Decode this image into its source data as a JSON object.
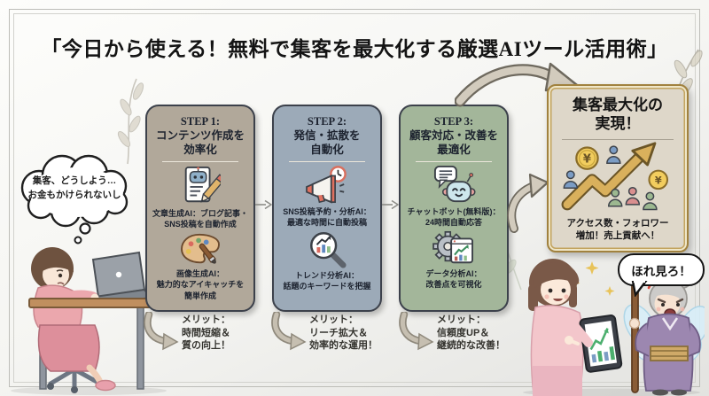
{
  "title": "「今日から使える！無料で集客を最大化する厳選AIツール活用術」",
  "thought_bubble": {
    "text": "集客、どうしよう…\nお金もかけられないし"
  },
  "steps": [
    {
      "title": "STEP 1:\nコンテンツ作成を\n効率化",
      "bg": "#b1a89a",
      "items": [
        {
          "icon": "robot-document-pencil-icon",
          "label": "文章生成AI：ブログ記事・\nSNS投稿を自動作成"
        },
        {
          "icon": "paint-palette-icon",
          "label": "画像生成AI：\n魅力的なアイキャッチを\n簡単作成"
        }
      ],
      "merit": "メリット：\n時間短縮＆\n質の向上！"
    },
    {
      "title": "STEP 2:\n発信・拡散を\n自動化",
      "bg": "#9caab8",
      "items": [
        {
          "icon": "megaphone-clock-icon",
          "label": "SNS投稿予約・分析AI：\n最適な時間に自動投稿"
        },
        {
          "icon": "magnifier-trend-icon",
          "label": "トレンド分析AI：\n話題のキーワードを把握"
        }
      ],
      "merit": "メリット：\nリーチ拡大＆\n効率的な運用！"
    },
    {
      "title": "STEP 3:\n顧客対応・改善を\n最適化",
      "bg": "#a3b69a",
      "items": [
        {
          "icon": "chatbot-icon",
          "label": "チャットボット(無料版)：\n24時間自動応答"
        },
        {
          "icon": "gear-analytics-icon",
          "label": "データ分析AI：\n改善点を可視化"
        }
      ],
      "merit": "メリット：\n信頼度UP＆\n継続的な改善！"
    }
  ],
  "result": {
    "title": "集客最大化の\n実現！",
    "caption": "アクセス数・フォロワー\n増加！売上貢献へ！",
    "icon": "growth-people-yen-icon"
  },
  "speech_bubble": {
    "text": "ほれ見ろ！"
  },
  "colors": {
    "step1_bg": "#b1a89a",
    "step2_bg": "#9caab8",
    "step3_bg": "#a3b69a",
    "result_bg": "#ded7c9",
    "result_border_gold": "#a1823f",
    "box_border": "#3c414b",
    "arrow_gray": "#d2cbbd",
    "accent_gold": "#d9b05c",
    "text_dark": "#1c222e"
  }
}
